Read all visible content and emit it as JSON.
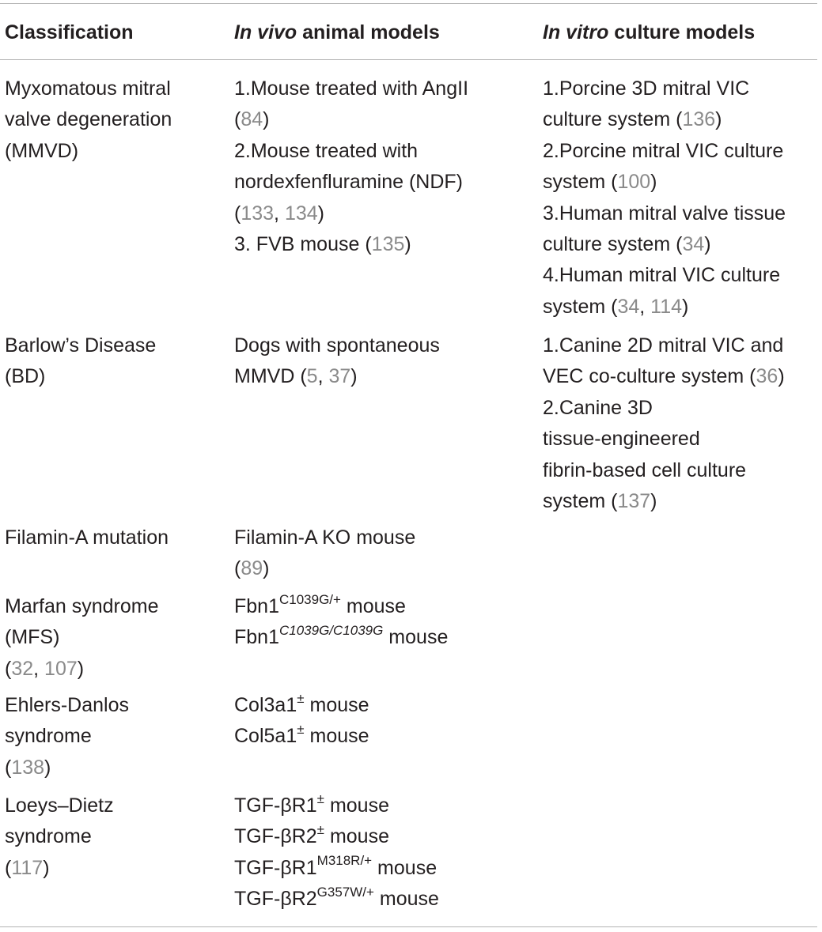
{
  "header": {
    "classification": "Classification",
    "in_vivo_italic": "In vivo",
    "in_vivo_rest": " animal models",
    "in_vitro_italic": "In vitro",
    "in_vitro_rest": " culture models"
  },
  "rows": {
    "mmvd": {
      "class_l1": "Myxomatous mitral",
      "class_l2": "valve degeneration",
      "class_l3": "(MMVD)",
      "vivo_1a": "1.Mouse treated with AngII",
      "vivo_1b_open": "(",
      "vivo_1b_ref": "84",
      "vivo_1b_close": ")",
      "vivo_2a": "2.Mouse treated with",
      "vivo_2b": "nordexfenfluramine (NDF)",
      "vivo_2c_open": "(",
      "vivo_2c_ref1": "133",
      "vivo_2c_sep": ", ",
      "vivo_2c_ref2": "134",
      "vivo_2c_close": ")",
      "vivo_3_text": "3. FVB mouse (",
      "vivo_3_ref": "135",
      "vivo_3_close": ")",
      "vitro_1a": "1.Porcine 3D mitral VIC",
      "vitro_1b_text": "culture system (",
      "vitro_1b_ref": "136",
      "vitro_1b_close": ")",
      "vitro_2a": "2.Porcine mitral VIC culture",
      "vitro_2b_text": "system (",
      "vitro_2b_ref": "100",
      "vitro_2b_close": ")",
      "vitro_3a": "3.Human mitral valve tissue",
      "vitro_3b_text": "culture system (",
      "vitro_3b_ref": "34",
      "vitro_3b_close": ")",
      "vitro_4a": "4.Human mitral VIC culture",
      "vitro_4b_text": "system (",
      "vitro_4b_ref1": "34",
      "vitro_4b_sep": ", ",
      "vitro_4b_ref2": "114",
      "vitro_4b_close": ")"
    },
    "bd": {
      "class_l1": "Barlow’s Disease",
      "class_l2": "(BD)",
      "vivo_a": "Dogs with spontaneous",
      "vivo_b_text": "MMVD (",
      "vivo_b_ref1": "5",
      "vivo_b_sep": ", ",
      "vivo_b_ref2": "37",
      "vivo_b_close": ")",
      "vitro_1a": "1.Canine 2D mitral VIC and",
      "vitro_1b_text": "VEC co-culture system (",
      "vitro_1b_ref": "36",
      "vitro_1b_close": ")",
      "vitro_2a": "2.Canine 3D",
      "vitro_2b": "tissue-engineered",
      "vitro_2c": "fibrin-based cell culture",
      "vitro_2d_text": "system (",
      "vitro_2d_ref": "137",
      "vitro_2d_close": ")"
    },
    "filamin": {
      "class_l1": "Filamin-A mutation",
      "vivo_a": "Filamin-A KO mouse",
      "vivo_b_open": "(",
      "vivo_b_ref": "89",
      "vivo_b_close": ")"
    },
    "mfs": {
      "class_l1": "Marfan syndrome",
      "class_l2": "(MFS)",
      "class_l3_open": "(",
      "class_l3_ref1": "32",
      "class_l3_sep": ", ",
      "class_l3_ref2": "107",
      "class_l3_close": ")",
      "vivo_1_base": "Fbn1",
      "vivo_1_sup": "C1039G/+",
      "vivo_1_tail": " mouse",
      "vivo_2_base": "Fbn1",
      "vivo_2_sup": "C1039G/C1039G",
      "vivo_2_tail": " mouse"
    },
    "eds": {
      "class_l1": "Ehlers-Danlos",
      "class_l2": "syndrome",
      "class_l3_open": "(",
      "class_l3_ref": "138",
      "class_l3_close": ")",
      "vivo_1_base": "Col3a1",
      "vivo_1_sup": "±",
      "vivo_1_tail": " mouse",
      "vivo_2_base": "Col5a1",
      "vivo_2_sup": "±",
      "vivo_2_tail": " mouse"
    },
    "lds": {
      "class_l1": "Loeys–Dietz",
      "class_l2": "syndrome",
      "class_l3_open": "(",
      "class_l3_ref": "117",
      "class_l3_close": ")",
      "vivo_1_base": "TGF-βR1",
      "vivo_1_sup": "±",
      "vivo_1_tail": " mouse",
      "vivo_2_base": "TGF-βR2",
      "vivo_2_sup": "±",
      "vivo_2_tail": " mouse",
      "vivo_3_base": "TGF-βR1",
      "vivo_3_sup": "M318R/+",
      "vivo_3_tail": " mouse",
      "vivo_4_base": "TGF-βR2",
      "vivo_4_sup": "G357W/+",
      "vivo_4_tail": " mouse"
    }
  }
}
